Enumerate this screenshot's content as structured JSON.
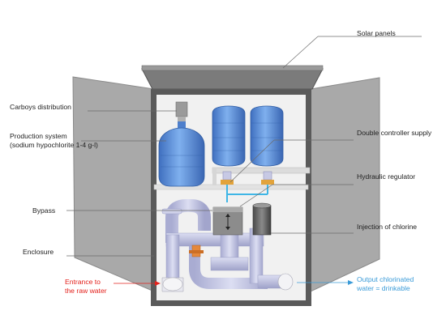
{
  "labels": {
    "solar_panels": "Solar panels",
    "carboys_distribution": "Carboys distribution",
    "production_system_line1": "Production system",
    "production_system_line2": "(sodium hypochlorite 1-4 g-l)",
    "bypass": "Bypass",
    "enclosure": "Enclosure",
    "entrance_line1": "Entrance to",
    "entrance_line2": "the raw water",
    "double_controller_supply": "Double controller supply",
    "hydraulic_regulator": "Hydraulic regulator",
    "injection_of_chlorine": "Injection of chlorine",
    "output_line1": "Output chlorinated",
    "output_line2": "water = drinkable"
  },
  "colors": {
    "entrance_label": "#e3211c",
    "output_label": "#3a9bd8",
    "enclosure_frame": "#5a5a5a",
    "doors": "#a9a9a9",
    "interior": "#f1f1f1",
    "carboy": "#5b8fd6",
    "pipes": "#c9cbe6",
    "cylinder": "#6b6b6b"
  }
}
